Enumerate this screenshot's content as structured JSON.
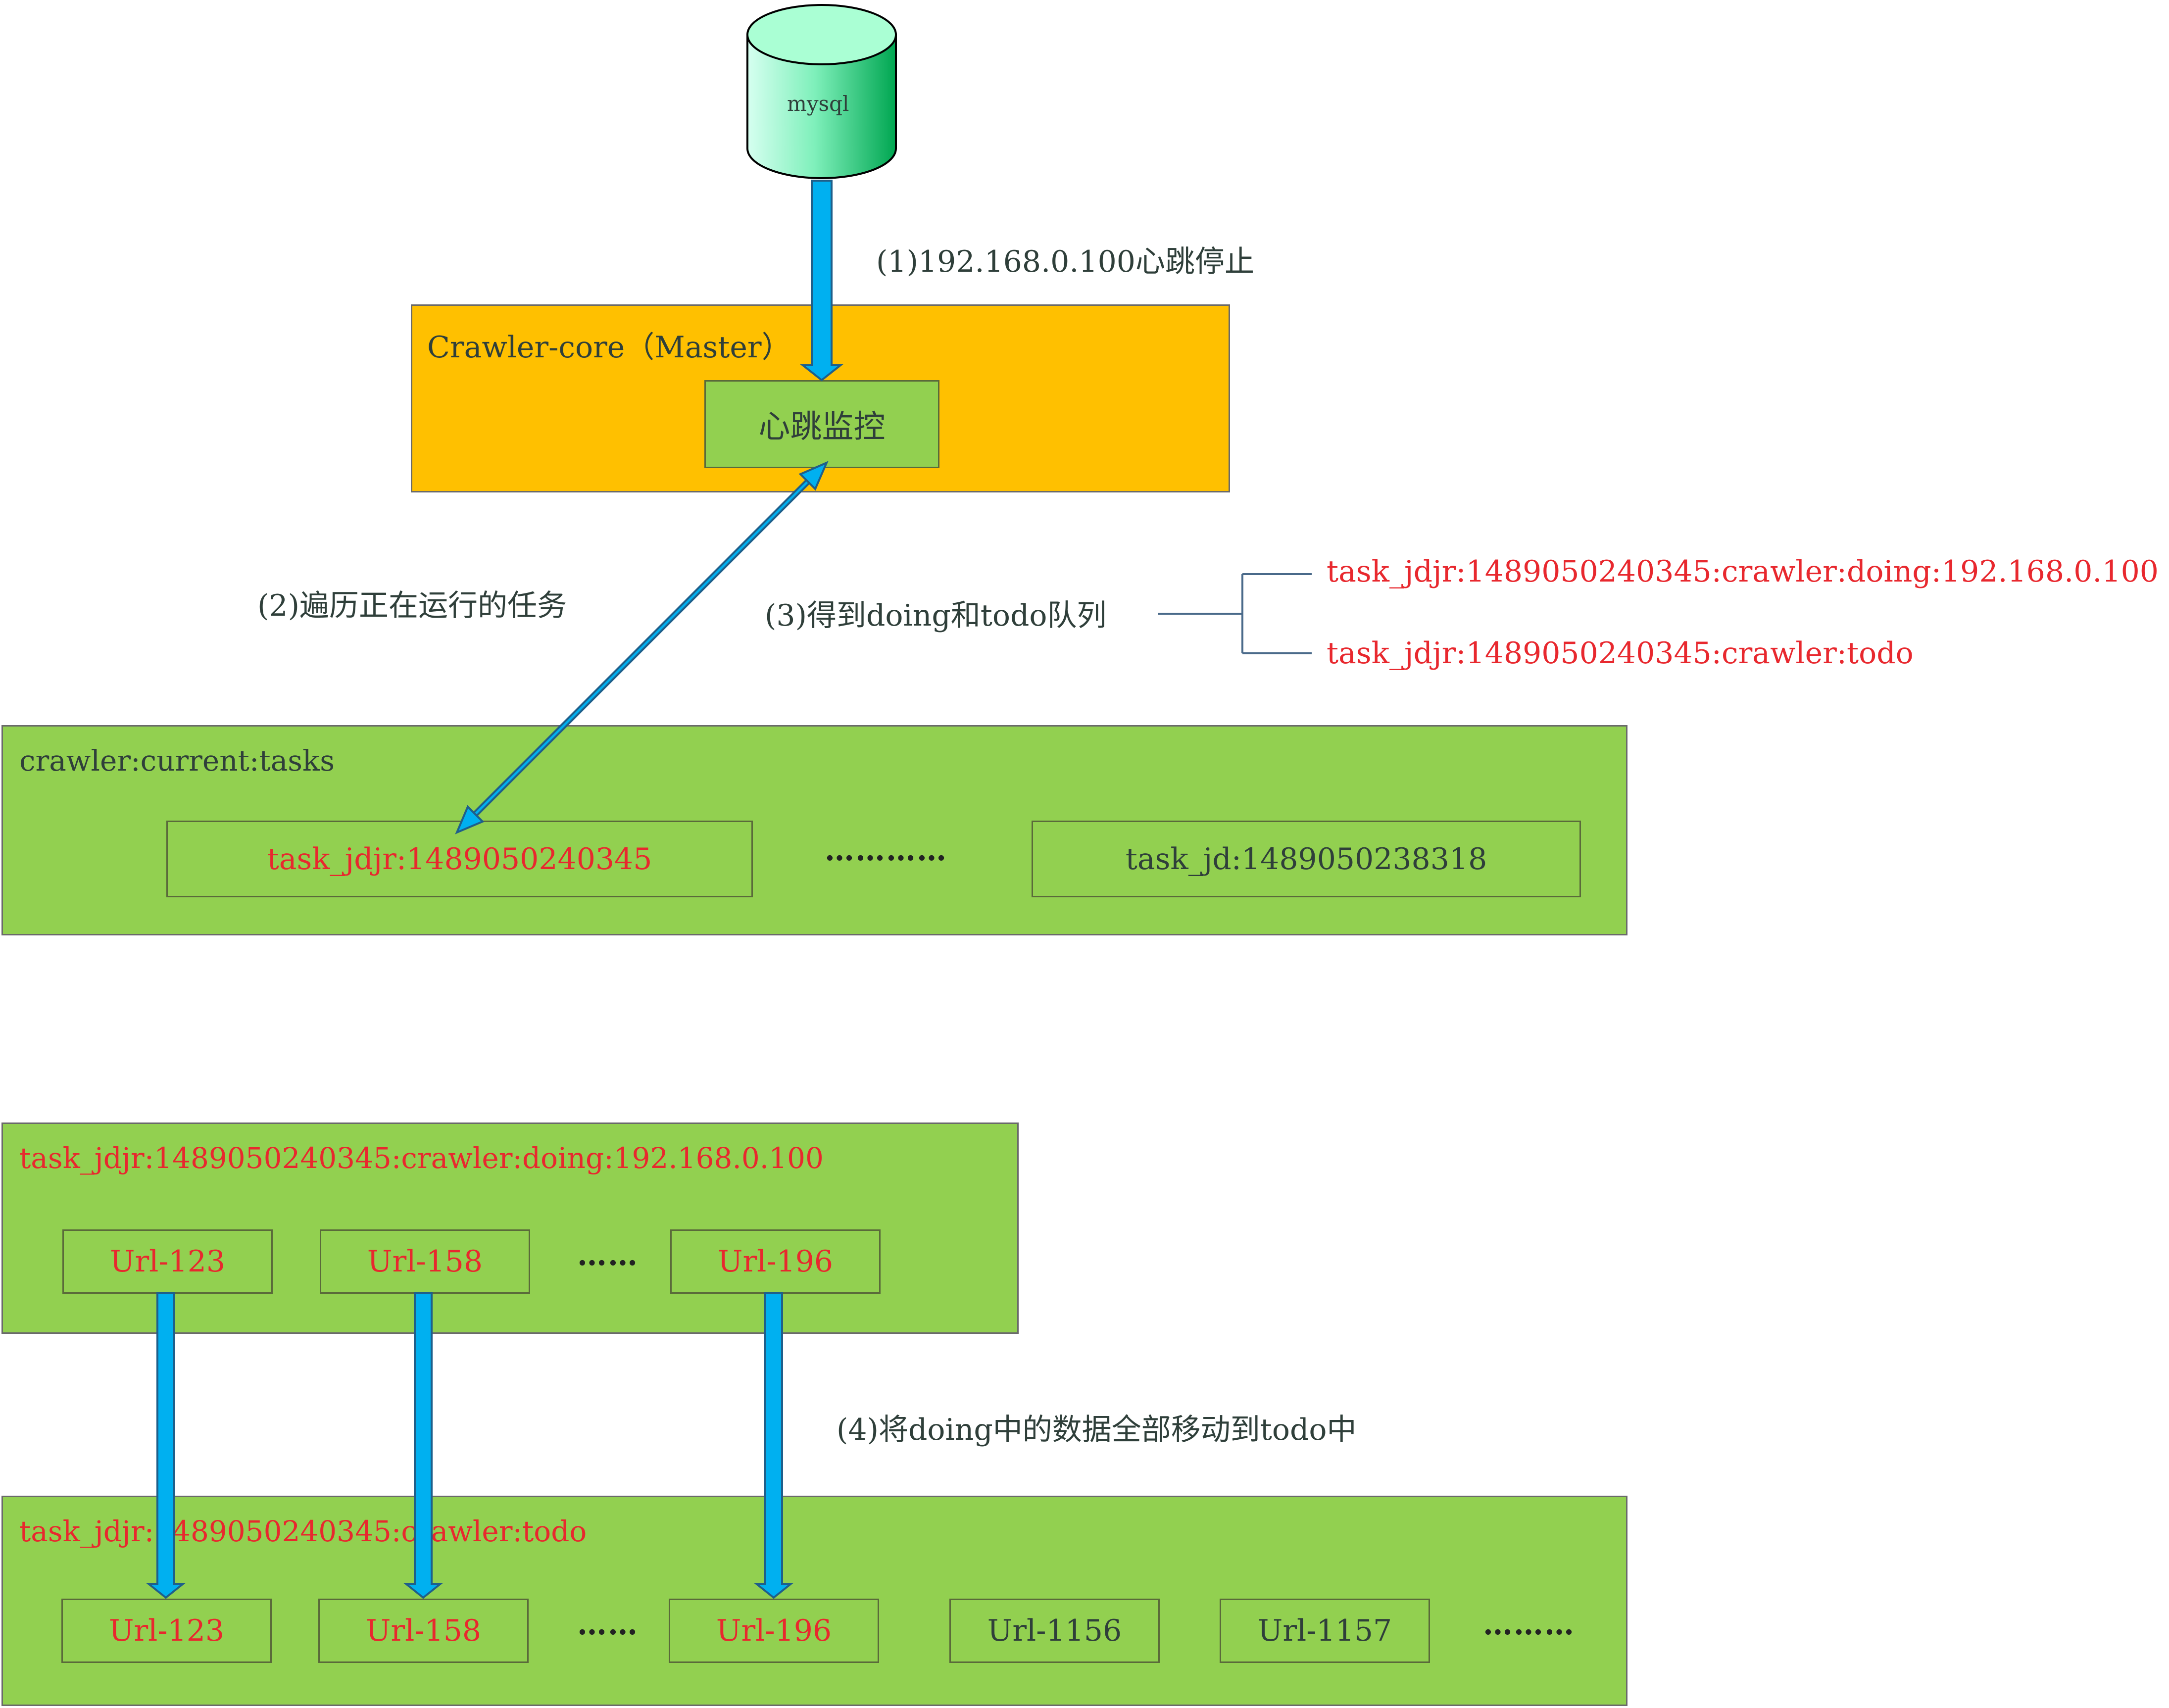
{
  "db": {
    "label": "mysql"
  },
  "steps": {
    "s1": "(1)192.168.0.100心跳停止",
    "s2": "(2)遍历正在运行的任务",
    "s3": "(3)得到doing和todo队列",
    "s4": "(4)将doing中的数据全部移动到todo中"
  },
  "master": {
    "title": "Crawler-core（Master）",
    "monitor_label": "心跳监控"
  },
  "queues": {
    "doing": "task_jdjr:1489050240345:crawler:doing:192.168.0.100",
    "todo": "task_jdjr:1489050240345:crawler:todo"
  },
  "current_tasks": {
    "title": "crawler:current:tasks",
    "task1": "task_jdjr:1489050240345",
    "ellipsis": "…………",
    "task2": "task_jd:1489050238318"
  },
  "doing_box": {
    "title": "task_jdjr:1489050240345:crawler:doing:192.168.0.100",
    "items": [
      "Url-123",
      "Url-158",
      "Url-196"
    ],
    "ellipsis": "……"
  },
  "todo_box": {
    "title": "task_jdjr:1489050240345:crawler:todo",
    "items": [
      "Url-123",
      "Url-158",
      "Url-196",
      "Url-1156",
      "Url-1157"
    ],
    "ellipsis_mid": "……",
    "ellipsis_end": "………"
  },
  "colors": {
    "arrow_fill": "#00b0f0",
    "arrow_stroke": "#1f5f8a",
    "green": "#92d050",
    "orange": "#ffc000",
    "red_text": "#e8282e",
    "db_light": "#b0ffd8",
    "db_dark": "#00b050"
  }
}
